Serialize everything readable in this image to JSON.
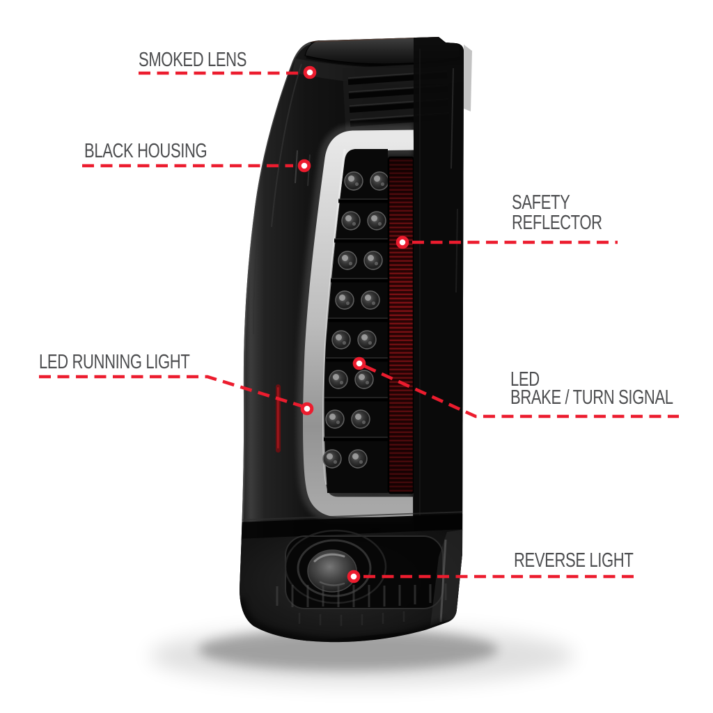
{
  "page": {
    "background_color": "#ffffff",
    "kind": "product-callout-diagram"
  },
  "style": {
    "callout_line_color": "#ec1c2e",
    "callout_dot_fill": "#ffffff",
    "label_text_color": "#4c4d4f"
  },
  "illustration": {
    "subject": "tail-light",
    "parts": [
      "smoked lens",
      "black housing",
      "safety reflector",
      "led running light",
      "led brake/turn signal",
      "reverse light"
    ]
  },
  "callouts": [
    {
      "id": "smoked-lens",
      "lines": [
        "SMOKED LENS"
      ]
    },
    {
      "id": "black-housing",
      "lines": [
        "BLACK HOUSING"
      ]
    },
    {
      "id": "safety-reflector",
      "lines": [
        "SAFETY",
        "REFLECTOR"
      ]
    },
    {
      "id": "led-running-light",
      "lines": [
        "LED RUNNING LIGHT"
      ]
    },
    {
      "id": "led-brake-turn-signal",
      "lines": [
        "LED",
        "BRAKE / TURN SIGNAL"
      ]
    },
    {
      "id": "reverse-light",
      "lines": [
        "REVERSE LIGHT"
      ]
    }
  ]
}
